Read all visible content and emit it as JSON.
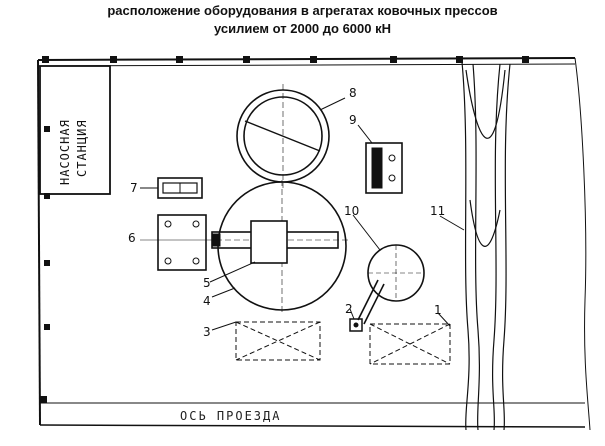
{
  "title": {
    "line1": "расположение оборудования в агрегатах ковочных прессов",
    "line2": "усилием от 2000 до 6000 кН"
  },
  "station_label": {
    "line1": "НАСОСНАЯ",
    "line2": "СТАНЦИЯ"
  },
  "axis_label": "ОСЬ ПРОЕЗДА",
  "callouts": [
    "1",
    "2",
    "3",
    "4",
    "5",
    "6",
    "7",
    "8",
    "9",
    "10",
    "11"
  ]
}
